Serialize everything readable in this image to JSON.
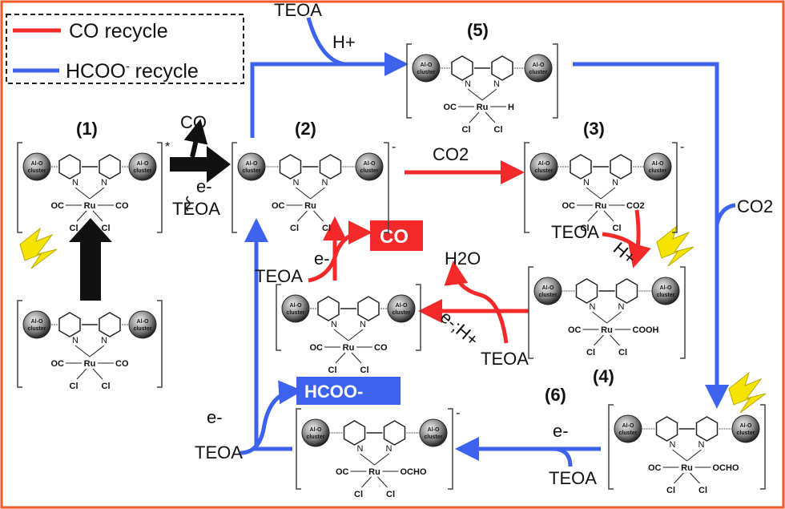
{
  "colors": {
    "co_cycle": "#f42a2a",
    "hcoo_cycle": "#3d63ee",
    "frame": "#ee5a2a",
    "black_arrow": "#111111",
    "lightning": "#f5e400"
  },
  "legend": {
    "co_label": "CO recycle",
    "hcoo_label": "HCOO",
    "hcoo_sup": "-",
    "hcoo_suffix": " recycle"
  },
  "common": {
    "cluster_top": "Al-O",
    "cluster_bottom": "cluster",
    "n": "N",
    "ru": "Ru",
    "cl": "Cl"
  },
  "complexes": [
    {
      "id": "c1",
      "number": "(1)",
      "left": "OC",
      "right": "CO",
      "charge": "*"
    },
    {
      "id": "c1ground",
      "number": "",
      "left": "OC",
      "right": "CO",
      "charge": ""
    },
    {
      "id": "c2",
      "number": "(2)",
      "left": "OC",
      "right": "",
      "charge": "-"
    },
    {
      "id": "c3",
      "number": "(3)",
      "left": "OC",
      "right": "CO2",
      "charge": "-"
    },
    {
      "id": "c5",
      "number": "(5)",
      "left": "OC",
      "right": "H",
      "charge": ""
    },
    {
      "id": "c4",
      "number": "(4)",
      "left": "OC",
      "right": "COOH",
      "charge": ""
    },
    {
      "id": "cmid",
      "number": "",
      "left": "OC",
      "right": "CO",
      "charge": ""
    },
    {
      "id": "c6",
      "number": "(6)",
      "left": "OC",
      "right": "OCHO",
      "charge": ""
    },
    {
      "id": "cformate",
      "number": "",
      "left": "OC",
      "right": "OCHO",
      "charge": "-"
    }
  ],
  "labels": {
    "teoa": "TEOA",
    "h_plus": "H+",
    "e_minus": "e-",
    "co": "CO",
    "co2": "CO2",
    "h2o": "H2O",
    "e_h": "e-;H+",
    "co_product": "CO",
    "hcoo_product": "HCOO-"
  }
}
